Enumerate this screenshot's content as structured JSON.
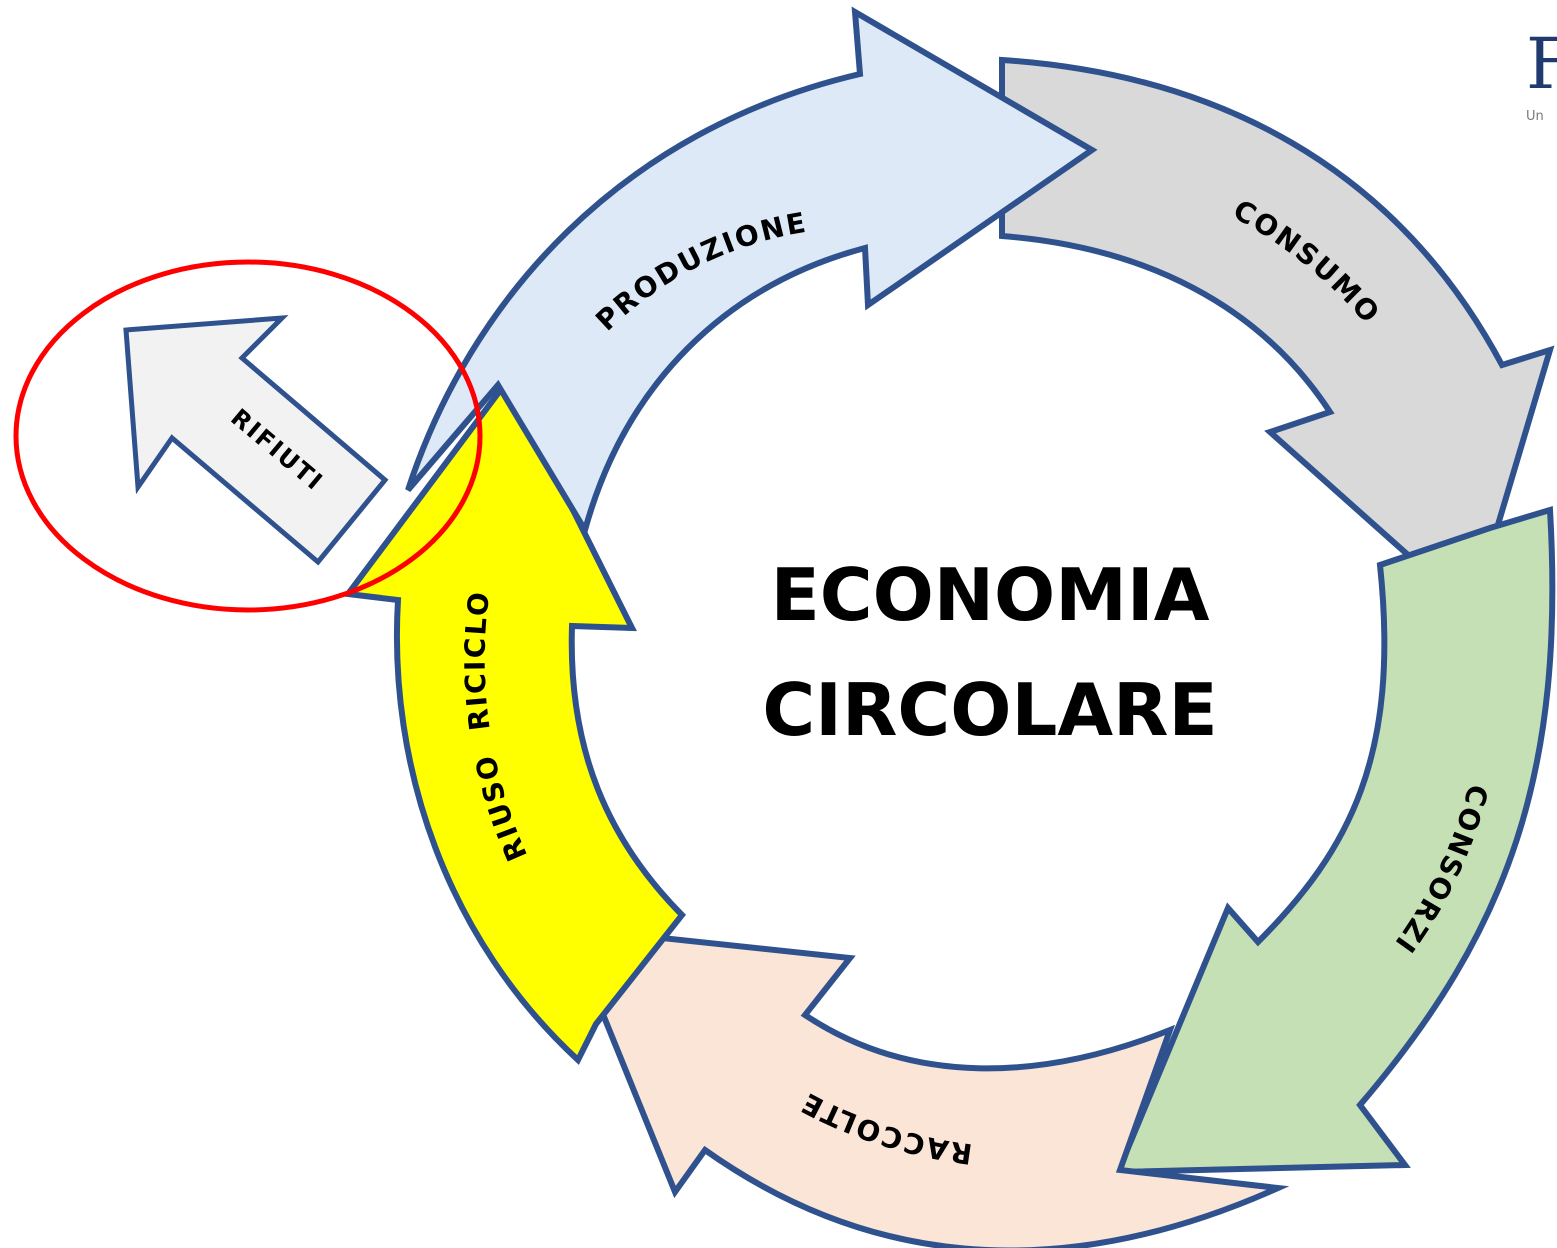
{
  "title": {
    "line1": "ECONOMIA",
    "line2": "CIRCOLARE"
  },
  "stages": [
    {
      "id": "produzione",
      "label": "PRODUZIONE",
      "fill": "#dde9f6"
    },
    {
      "id": "consumo",
      "label": "CONSUMO",
      "fill": "#d9d9d9"
    },
    {
      "id": "consorzi",
      "label": "CONSORZI",
      "fill": "#c5e0b4"
    },
    {
      "id": "raccolte",
      "label": "RACCOLTE",
      "fill": "#fbe5d6"
    },
    {
      "id": "riuso-riciclo",
      "label": "RIUSO  RICICLO",
      "fill": "#ffff00"
    }
  ],
  "exit_arrow": {
    "label": "RIFIUTI",
    "fill": "#f2f2f2"
  },
  "highlight": {
    "color": "#ff0000"
  },
  "outline_color": "#2f528f",
  "logo": {
    "main": "F",
    "sub": "Un"
  }
}
